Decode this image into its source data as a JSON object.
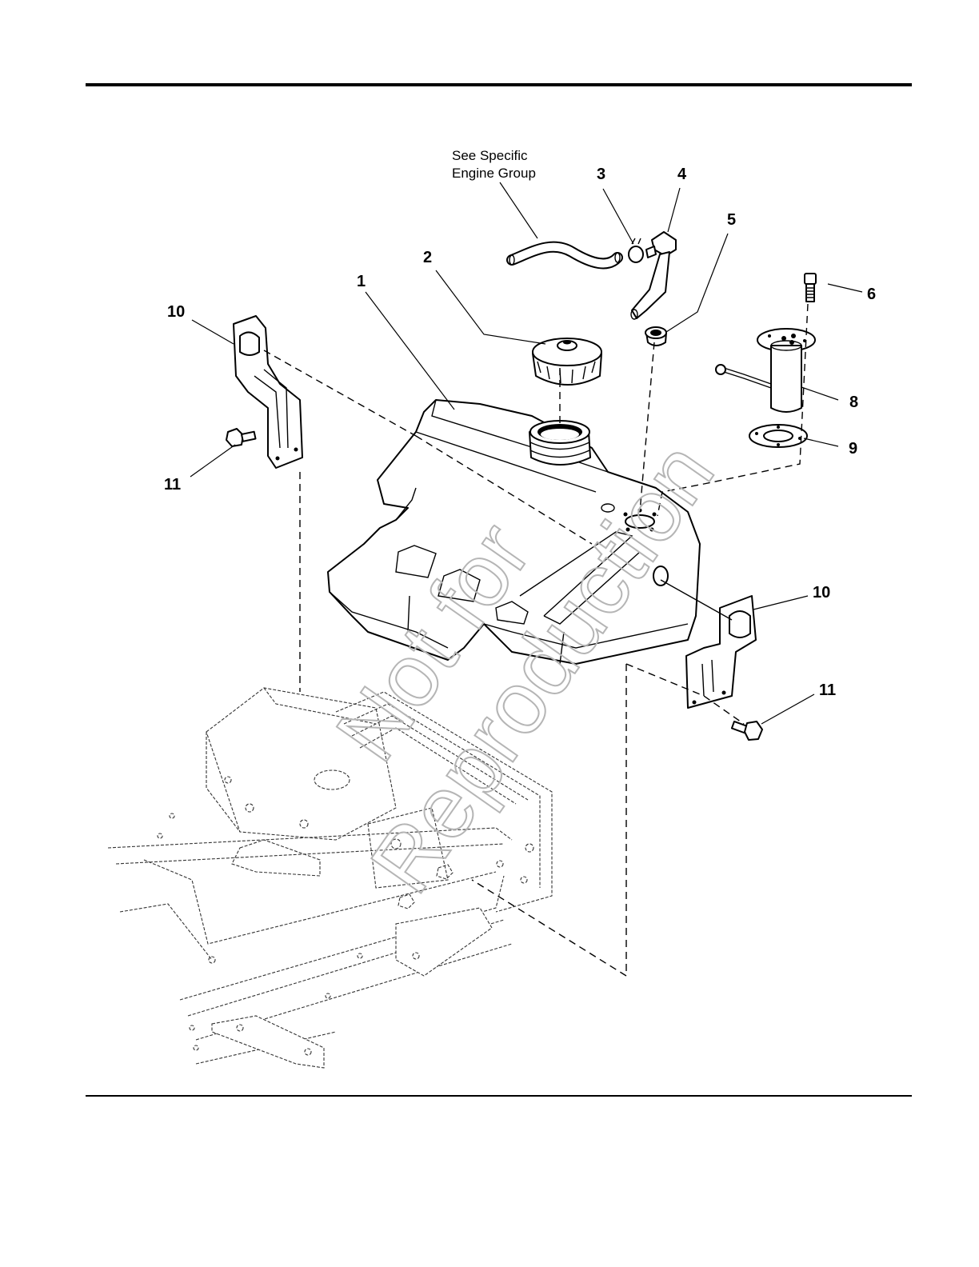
{
  "note": {
    "line1": "See Specific",
    "line2": "Engine Group"
  },
  "watermark": {
    "line1": "Not for",
    "line2": "Reproduction"
  },
  "callouts": {
    "c1": "1",
    "c2": "2",
    "c3": "3",
    "c4": "4",
    "c5": "5",
    "c6": "6",
    "c8": "8",
    "c9": "9",
    "c10_left": "10",
    "c10_right": "10",
    "c11_left": "11",
    "c11_right": "11"
  }
}
